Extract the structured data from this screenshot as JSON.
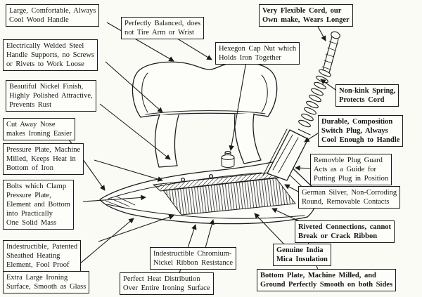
{
  "colors": {
    "ink": "#1b1b1b",
    "paper": "#fbfbf6"
  },
  "callouts": [
    {
      "id": "wood-handle",
      "text": "Large, Comfortable, Always\nCool Wood Handle"
    },
    {
      "id": "balanced",
      "text": "Perfectly Balanced, does\nnot Tire Arm or Wrist"
    },
    {
      "id": "flexible-cord",
      "text": "Very Flexible Cord, our\nOwn make, Wears Longer"
    },
    {
      "id": "welded-supports",
      "text": "Electrically Welded Steel\nHandle Supports, no Screws\nor Rivets to Work Loose"
    },
    {
      "id": "hexagon-cap-nut",
      "text": "Hexegon Cap Nut which\nHolds Iron Together"
    },
    {
      "id": "nickel-finish",
      "text": "Beautiful Nickel Finish,\nHighly Polished Attractive,\nPrevents Rust"
    },
    {
      "id": "nonkink-spring",
      "text": "Non-kink Spring,\nProtects Cord"
    },
    {
      "id": "cutaway-nose",
      "text": "Cut Away Nose\nmakes Ironing Easier"
    },
    {
      "id": "switch-plug",
      "text": "Durable, Composition\nSwitch Plug, Always\nCool Enough to Handle"
    },
    {
      "id": "pressure-plate",
      "text": "Pressure Plate, Machine\nMilled, Keeps Heat in\nBottom of Iron"
    },
    {
      "id": "plug-guard",
      "text": "Removble Plug Guard\nActs as a Guide for\nPutting Plug in Position"
    },
    {
      "id": "clamp-bolts",
      "text": "Bolts which Clamp\nPressure Plate,\nElement and Bottom\ninto Practically\nOne Solid Mass"
    },
    {
      "id": "german-silver",
      "text": "German Silver, Non-Corroding\nRound, Removable Contacts"
    },
    {
      "id": "riveted",
      "text": "Riveted Connections, cannot\nBreak or Crack Ribbon"
    },
    {
      "id": "sheathed-element",
      "text": "Indestructible, Patented\nSheathed Heating\nElement, Fool Proof"
    },
    {
      "id": "ribbon",
      "text": "Indestructible Chromium-\nNickel Ribbon Resistance"
    },
    {
      "id": "mica",
      "text": "Genuine India\nMica Insulation"
    },
    {
      "id": "ironing-surface",
      "text": "Extra Large Ironing\nSurface, Smooth as Glass"
    },
    {
      "id": "heat-distribution",
      "text": "Perfect Heat Distribution\nOver Entire Ironing Surface"
    },
    {
      "id": "bottom-plate",
      "text": "Bottom Plate, Machine Milled, and\nGround Perfectly Smooth on both Sides"
    }
  ]
}
